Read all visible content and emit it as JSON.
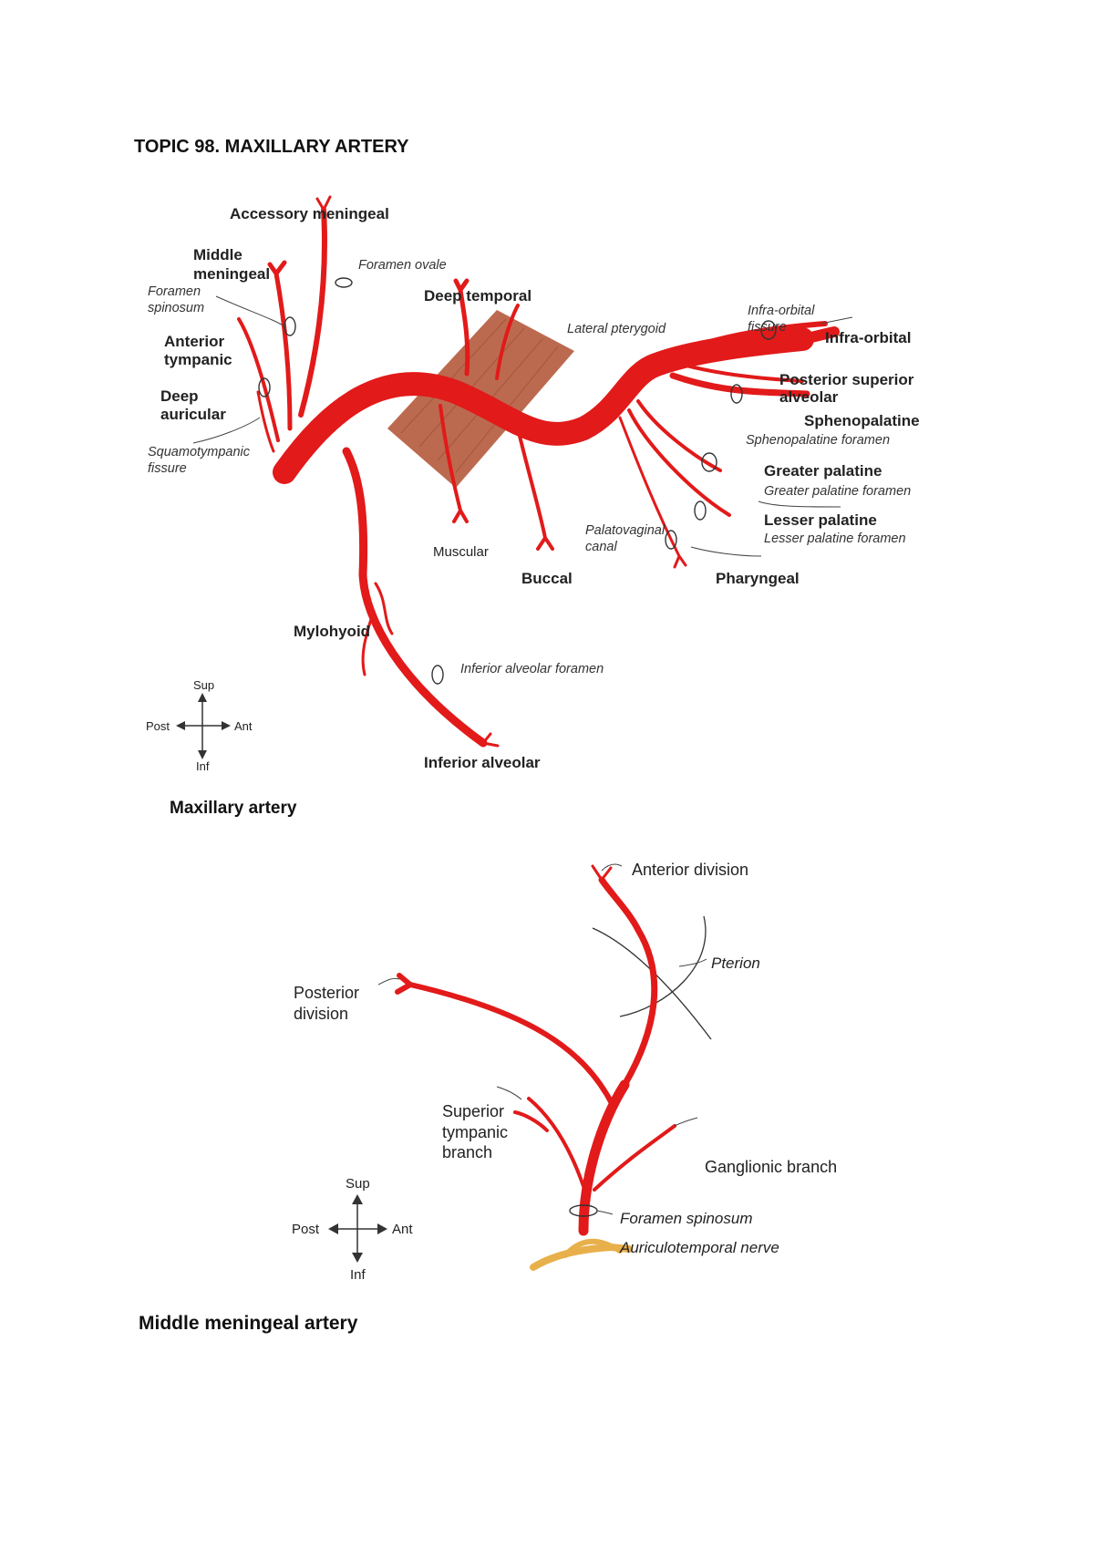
{
  "page_title": "TOPIC 98. MAXILLARY ARTERY",
  "colors": {
    "artery": "#e21a1a",
    "muscle": "#b55a3c",
    "nerve": "#e8b04a"
  },
  "figure1": {
    "caption": "Maxillary artery",
    "labels": {
      "accessory_meningeal": "Accessory meningeal",
      "foramen_ovale": "Foramen ovale",
      "middle_meningeal_1": "Middle",
      "middle_meningeal_2": "meningeal",
      "foramen_spinosum_1": "Foramen",
      "foramen_spinosum_2": "spinosum",
      "deep_temporal": "Deep temporal",
      "lateral_pterygoid": "Lateral pterygoid",
      "infra_orbital_fissure_1": "Infra-orbital",
      "infra_orbital_fissure_2": "fissure",
      "infra_orbital": "Infra-orbital",
      "anterior_tympanic_1": "Anterior",
      "anterior_tympanic_2": "tympanic",
      "posterior_superior_alveolar_1": "Posterior superior",
      "posterior_superior_alveolar_2": "alveolar",
      "deep_auricular_1": "Deep",
      "deep_auricular_2": "auricular",
      "sphenopalatine": "Sphenopalatine",
      "sphenopalatine_foramen": "Sphenopalatine foramen",
      "squamotympanic_fissure_1": "Squamotympanic",
      "squamotympanic_fissure_2": "fissure",
      "greater_palatine": "Greater palatine",
      "greater_palatine_foramen": "Greater palatine foramen",
      "lesser_palatine": "Lesser palatine",
      "lesser_palatine_foramen": "Lesser palatine foramen",
      "palatovaginal_canal_1": "Palatovaginal",
      "palatovaginal_canal_2": "canal",
      "muscular": "Muscular",
      "buccal": "Buccal",
      "pharyngeal": "Pharyngeal",
      "mylohyoid": "Mylohyoid",
      "inferior_alveolar_foramen": "Inferior alveolar foramen",
      "inferior_alveolar": "Inferior alveolar"
    },
    "compass": {
      "sup": "Sup",
      "inf": "Inf",
      "post": "Post",
      "ant": "Ant"
    }
  },
  "figure2": {
    "caption": "Middle meningeal artery",
    "labels": {
      "anterior_division": "Anterior division",
      "pterion": "Pterion",
      "posterior_division_1": "Posterior",
      "posterior_division_2": "division",
      "superior_tympanic_branch_1": "Superior",
      "superior_tympanic_branch_2": "tympanic",
      "superior_tympanic_branch_3": "branch",
      "ganglionic_branch": "Ganglionic branch",
      "foramen_spinosum": "Foramen spinosum",
      "auriculotemporal_nerve": "Auriculotemporal nerve"
    },
    "compass": {
      "sup": "Sup",
      "inf": "Inf",
      "post": "Post",
      "ant": "Ant"
    }
  }
}
